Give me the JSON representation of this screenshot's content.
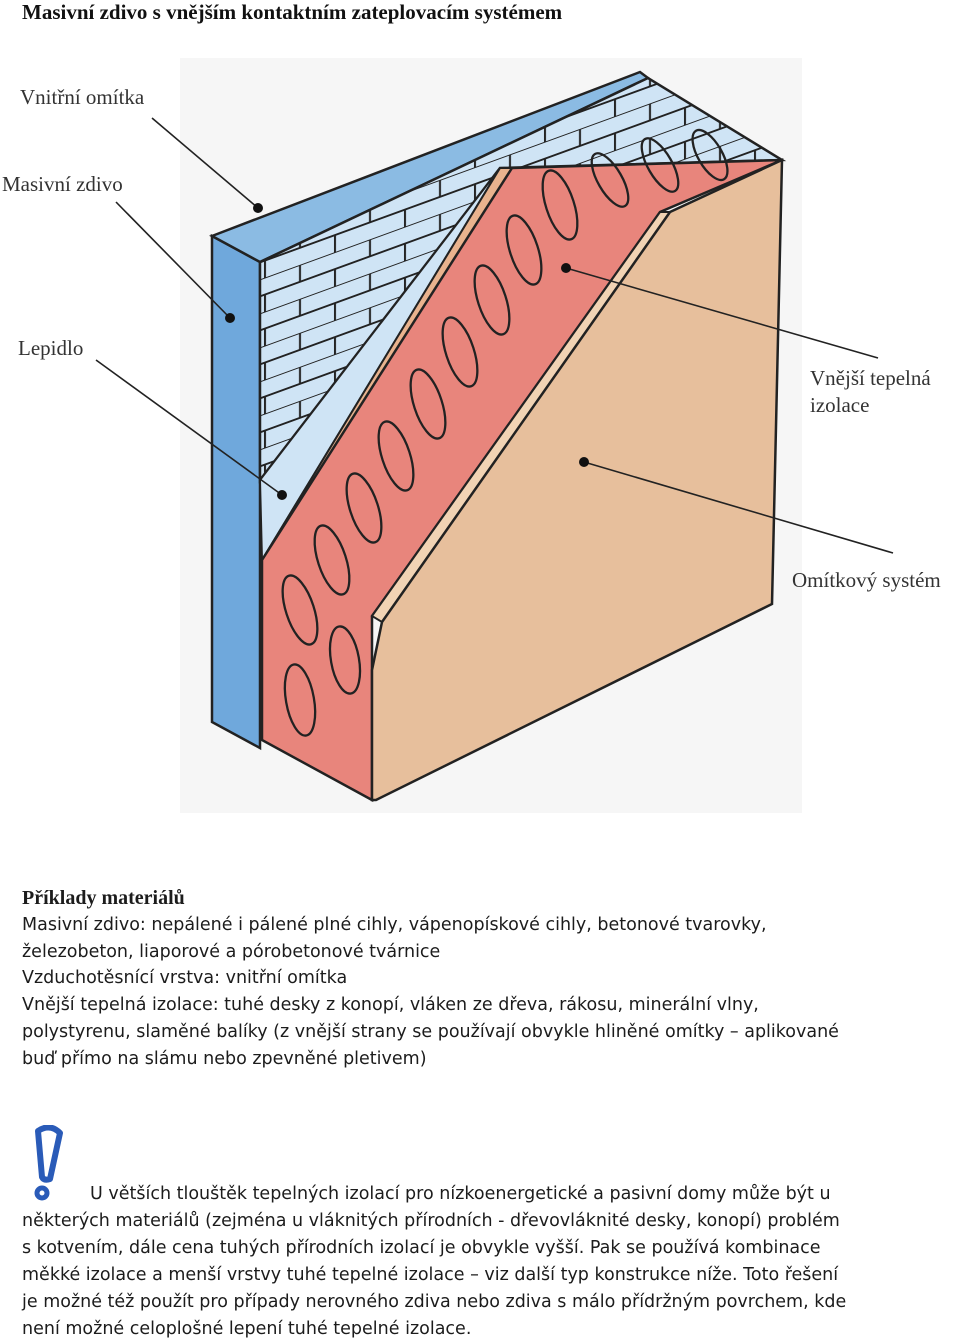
{
  "title": "Masivní zdivo s vnějším kontaktním zateplovacím systémem",
  "labels": {
    "inner_plaster": "Vnitřní omítka",
    "masonry": "Masivní zdivo",
    "glue": "Lepidlo",
    "outer_insulation_1": "Vnější tepelná",
    "outer_insulation_2": "izolace",
    "render_system": "Omítkový systém"
  },
  "materials": {
    "heading": "Příklady materiálů",
    "masonry_term": "Masivní zdivo:",
    "masonry_text_1": " nepálené i pálené plné cihly, vápenopískové cihly, betonové tvarovky,",
    "masonry_text_2": "železobeton, liaporové a pórobetonové tvárnice",
    "airtight_term": "Vzduchotěsnící vrstva:",
    "airtight_text": " vnitřní omítka",
    "insulation_term": "Vnější tepelná izolace:",
    "insulation_text_1": " tuhé desky z konopí, vláken ze dřeva, rákosu, minerální vlny,",
    "insulation_text_2": "polystyrenu, slaměné balíky (z vnější strany se používají obvykle hliněné omítky – aplikované",
    "insulation_text_3": "buď přímo na slámu nebo zpevněné pletivem)"
  },
  "warning": {
    "line1": "U větších tlouštěk tepelných izolací pro nízkoenergetické a pasivní domy může být u",
    "line2": "některých materiálů (zejména u vláknitých přírodních - dřevovláknité desky, konopí) problém",
    "line3": "s kotvením, dále cena tuhých přírodních izolací je obvykle vyšší. Pak se používá kombinace",
    "line4": "měkké izolace a menší vrstvy tuhé tepelné izolace – viz další typ konstrukce níže. Toto řešení",
    "line5": "je možné též použít pro případy nerovného zdiva nebo zdiva s málo přídržným povrchem, kde",
    "line6": "není možné celoplošné lepení tuhé tepelné izolace."
  },
  "colors": {
    "plaster_blue": "#6fa8dc",
    "brick_blue": "#cfe4f5",
    "insulation_red": "#e8857c",
    "render_tan": "#e7bf9c",
    "warning_blue": "#2a5bb8"
  }
}
